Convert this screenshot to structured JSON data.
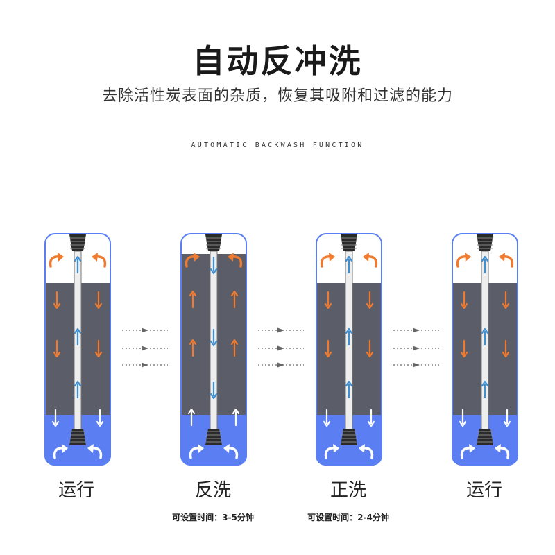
{
  "header": {
    "title": "自动反冲洗",
    "subtitle": "去除活性炭表面的杂质，恢复其吸附和过滤的能力",
    "english": "AUTOMATIC BACKWASH FUNCTION"
  },
  "colors": {
    "carbon": "#5b5d69",
    "water_blue": "#5b7ff2",
    "flow_orange": "#f07a2e",
    "flow_blue": "#3f8fd3",
    "outline": "#5b7ff2",
    "nozzle": "#2a2a2a",
    "connector": "#666666"
  },
  "stages": [
    {
      "id": "run",
      "label": "运行",
      "note": "",
      "tank_top": "white",
      "center_arrows": "up",
      "carbon_arrows": "down",
      "bottom_arrows": "down"
    },
    {
      "id": "backwash",
      "label": "反洗",
      "note": "可设置时间：3-5分钟",
      "tank_top": "carbon",
      "center_arrows": "down",
      "carbon_arrows": "up",
      "bottom_arrows": "up"
    },
    {
      "id": "rinse",
      "label": "正洗",
      "note": "可设置时间：2-4分钟",
      "tank_top": "white",
      "center_arrows": "up",
      "carbon_arrows": "down",
      "bottom_arrows": "down"
    },
    {
      "id": "run2",
      "label": "运行",
      "note": "",
      "tank_top": "white",
      "center_arrows": "up",
      "carbon_arrows": "down",
      "bottom_arrows": "down"
    }
  ]
}
